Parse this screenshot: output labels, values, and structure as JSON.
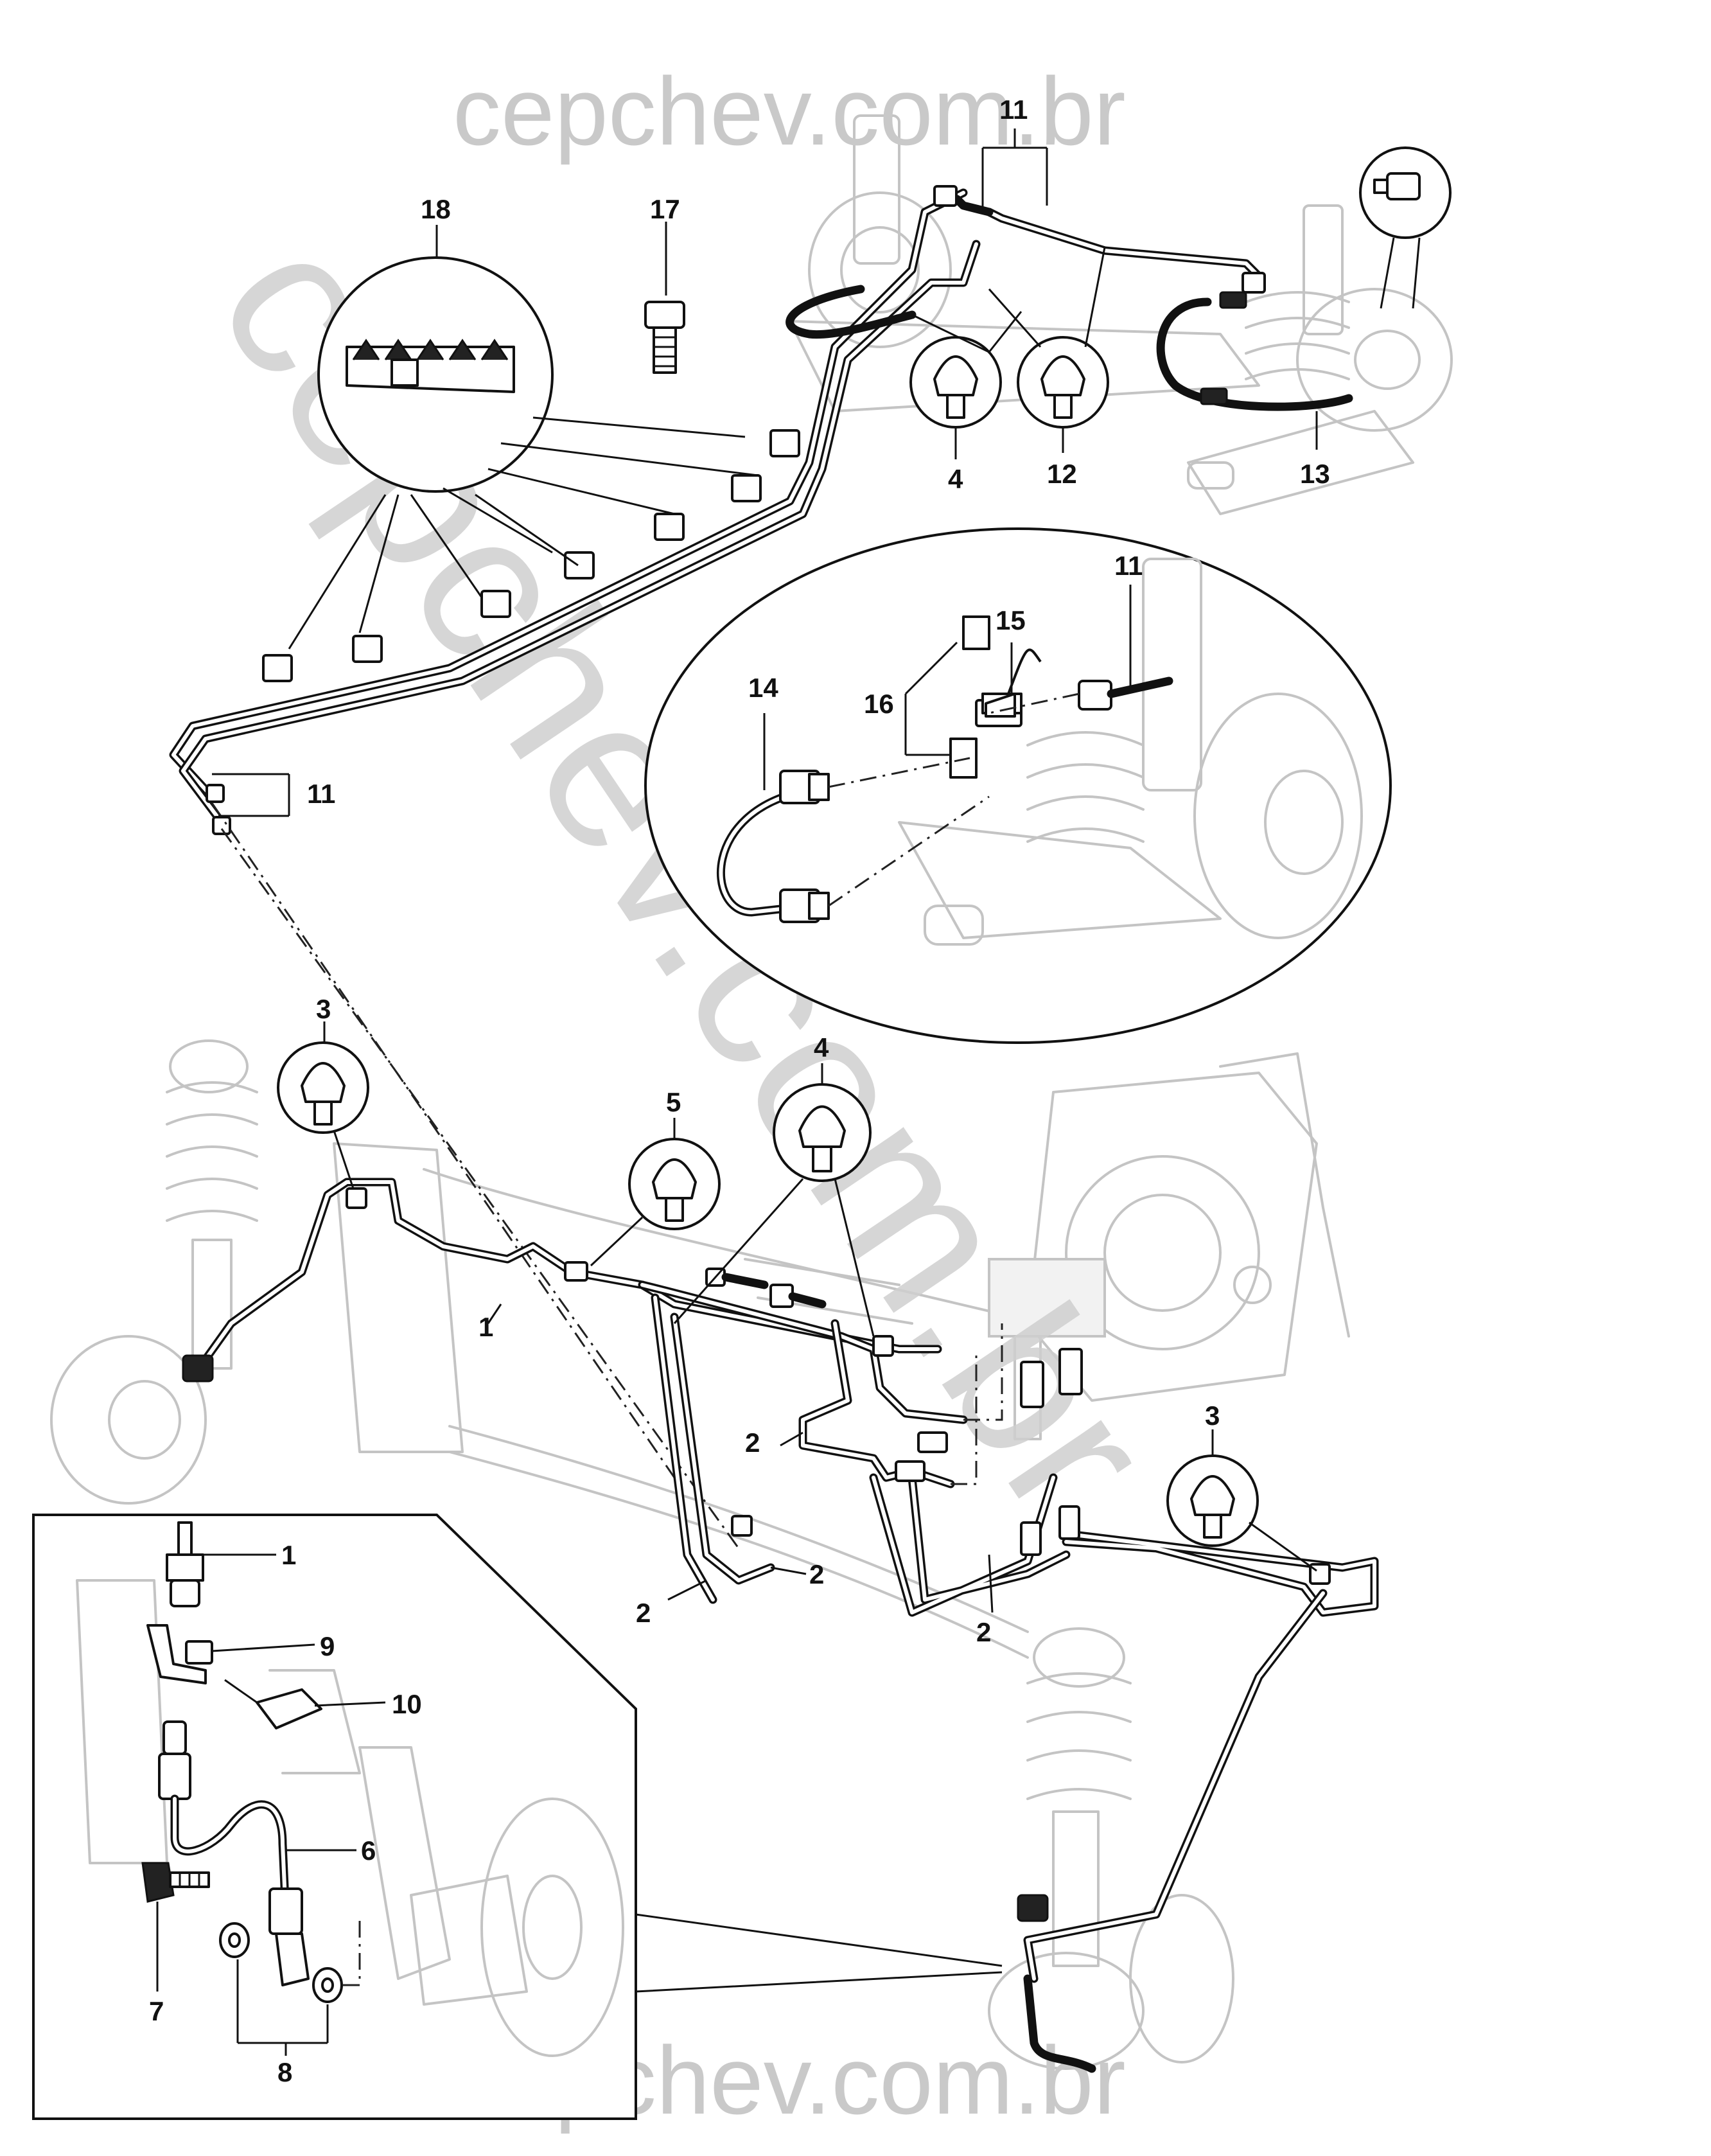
{
  "watermarks": {
    "top": "cepchev.com.br",
    "bottom": "cepchev.com.br",
    "diagonal": "cepchev.com.br"
  },
  "callouts": {
    "c1": "1",
    "c1_inset": "1",
    "c2a": "2",
    "c2b": "2",
    "c2c": "2",
    "c2d": "2",
    "c3a": "3",
    "c3b": "3",
    "c4a": "4",
    "c4b": "4",
    "c5": "5",
    "c6": "6",
    "c7": "7",
    "c8": "8",
    "c9": "9",
    "c10": "10",
    "c11a": "11",
    "c11b": "11",
    "c11c": "11",
    "c12": "12",
    "c13": "13",
    "c14": "14",
    "c15": "15",
    "c16": "16",
    "c17": "17",
    "c18": "18"
  }
}
